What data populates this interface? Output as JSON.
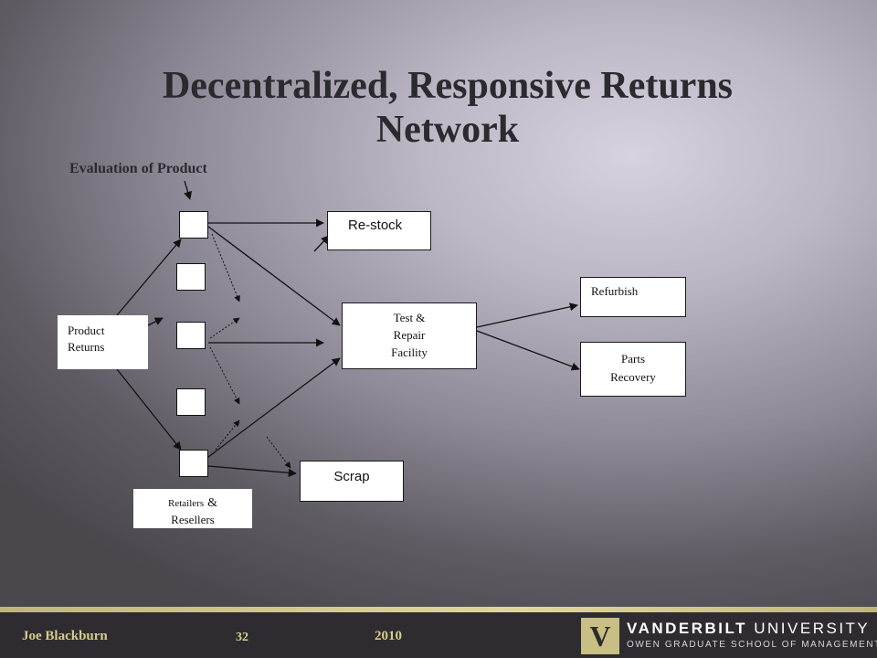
{
  "slide": {
    "title_line1": "Decentralized, Responsive Returns",
    "title_line2": "Network",
    "eval_label": "Evaluation of Product"
  },
  "diagram": {
    "product_returns": {
      "line1": "Product",
      "line2": "Returns"
    },
    "retailers": {
      "line1": "Retailers",
      "amp": "&",
      "line2": "Resellers"
    },
    "restock": "Re-stock",
    "test_repair": {
      "line1": "Test &",
      "line2": "Repair",
      "line3": "Facility"
    },
    "scrap": "Scrap",
    "refurbish": "Refurbish",
    "parts_recovery": {
      "line1": "Parts",
      "line2": "Recovery"
    }
  },
  "footer": {
    "presenter": "Joe Blackburn",
    "page_number": "32",
    "year": "2010",
    "university_bold": "VANDERBILT",
    "university_rest": " UNIVERSITY",
    "school": "OWEN GRADUATE SCHOOL OF MANAGEMENT",
    "logo_letter": "V"
  }
}
